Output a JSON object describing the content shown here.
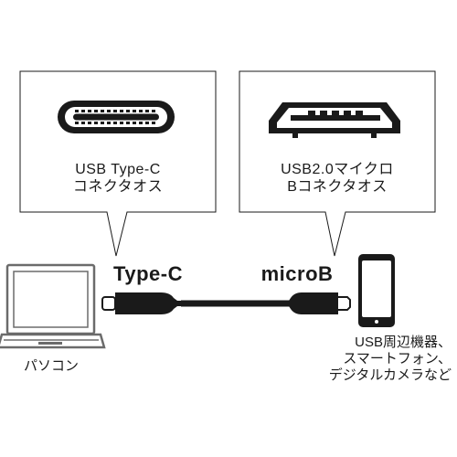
{
  "callouts": {
    "left": {
      "line1": "USB Type-C",
      "line2": "コネクタオス"
    },
    "right": {
      "line1": "USB2.0マイクロ",
      "line2": "Bコネクタオス"
    }
  },
  "cable": {
    "left_label": "Type-C",
    "right_label": "microB"
  },
  "devices": {
    "left_caption": "パソコン",
    "right_caption_lines": [
      "USB周辺機器、",
      "スマートフォン、",
      "デジタルカメラなど"
    ]
  }
}
